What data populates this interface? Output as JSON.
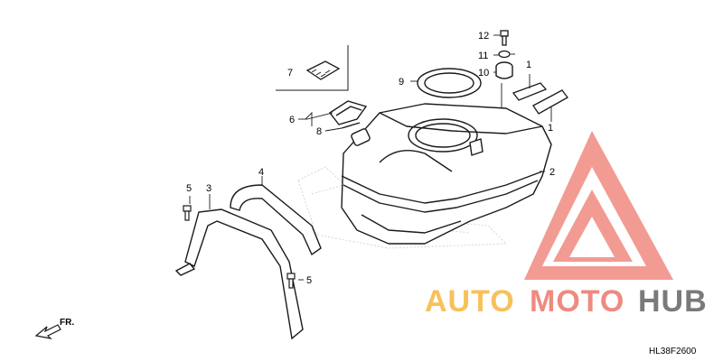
{
  "callouts": {
    "c1a": "1",
    "c1b": "1",
    "c2": "2",
    "c3": "3",
    "c4": "4",
    "c5a": "5",
    "c5b": "5",
    "c6": "6",
    "c7": "7",
    "c8": "8",
    "c9": "9",
    "c10": "10",
    "c11": "11",
    "c12": "12"
  },
  "front_marker": "FR.",
  "diagram_code": "HL38F2600",
  "watermark": {
    "part1": "AUTO",
    "part2": "MOTO",
    "part3": "HUB",
    "colors": {
      "orange": "#f7c15a",
      "red": "#ef8a80",
      "gray": "#7a7a7a",
      "triangle": "#f08a80"
    }
  },
  "colors": {
    "line": "#1a1a1a",
    "background_logo": "#d8d8d8"
  }
}
